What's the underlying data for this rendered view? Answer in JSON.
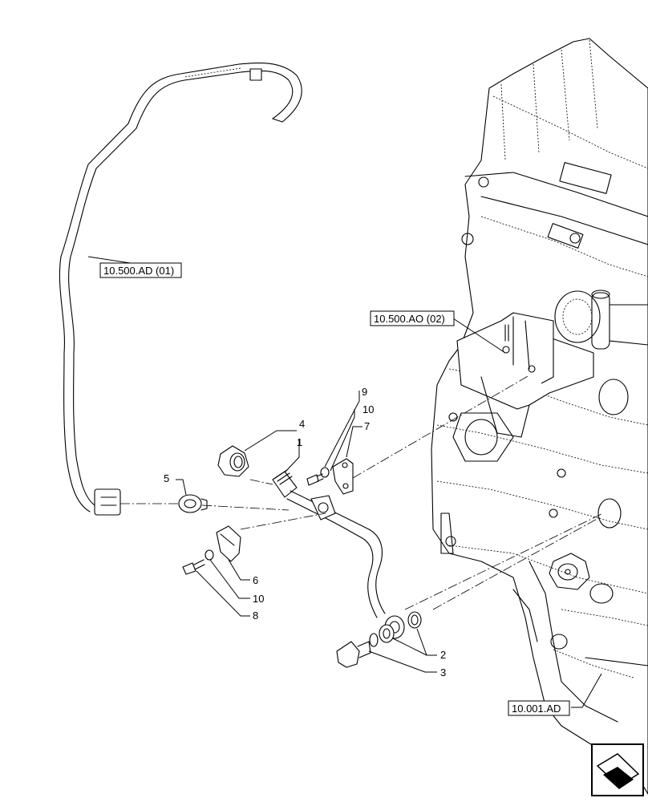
{
  "diagram": {
    "callouts": [
      {
        "id": "c1",
        "label": "1"
      },
      {
        "id": "c2",
        "label": "2"
      },
      {
        "id": "c3",
        "label": "3"
      },
      {
        "id": "c4",
        "label": "4"
      },
      {
        "id": "c5",
        "label": "5"
      },
      {
        "id": "c6",
        "label": "6"
      },
      {
        "id": "c7",
        "label": "7"
      },
      {
        "id": "c8",
        "label": "8"
      },
      {
        "id": "c9",
        "label": "9"
      },
      {
        "id": "c10a",
        "label": "10"
      },
      {
        "id": "c10b",
        "label": "10"
      }
    ],
    "references": [
      {
        "id": "ref-hose",
        "label": "10.500.AD (01)"
      },
      {
        "id": "ref-bracket",
        "label": "10.500.AO (02)"
      },
      {
        "id": "ref-engine",
        "label": "10.001.AD"
      }
    ],
    "icons": {
      "navigation": "next-page-arrow-icon"
    }
  }
}
